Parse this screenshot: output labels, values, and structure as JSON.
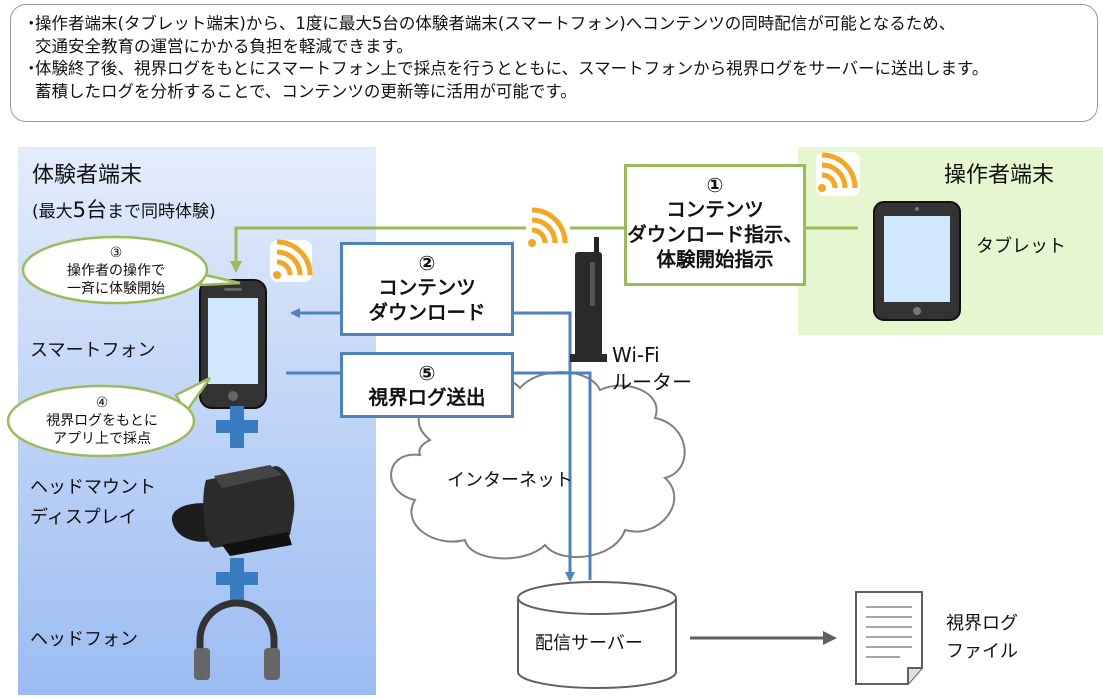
{
  "note": {
    "bullets": [
      "操作者端末(タブレット端末)から、1度に最大5台の体験者端末(スマートフォン)へコンテンツの同時配信が可能となるため、\n交通安全教育の運営にかかる負担を軽減できます。",
      "体験終了後、視界ログをもとにスマートフォン上で採点を行うとともに、スマートフォンから視界ログをサーバーに送出します。\n蓄積したログを分析することで、コンテンツの更新等に活用が可能です。"
    ],
    "bullet_mark": "・"
  },
  "experience_panel": {
    "title": "体験者端末",
    "subtitle_pre": "(最大",
    "subtitle_num": "5台",
    "subtitle_post": "まで同時体験)",
    "smartphone_label": "スマートフォン",
    "hmd_label_1": "ヘッドマウント",
    "hmd_label_2": "ディスプレイ",
    "headphone_label": "ヘッドフォン",
    "bubble_3": {
      "num": "③",
      "line1": "操作者の操作で",
      "line2": "一斉に体験開始"
    },
    "bubble_4": {
      "num": "④",
      "line1": "視界ログをもとに",
      "line2": "アプリ上で採点"
    }
  },
  "operator_panel": {
    "title": "操作者端末",
    "tablet_label": "タブレット"
  },
  "steps": {
    "step1": {
      "num": "①",
      "line1": "コンテンツ",
      "line2": "ダウンロード指示、",
      "line3": "体験開始指示"
    },
    "step2": {
      "num": "②",
      "line1": "コンテンツ",
      "line2": "ダウンロード"
    },
    "step5": {
      "num": "⑤",
      "line1": "視界ログ送出"
    }
  },
  "network": {
    "router_label_1": "Wi-Fi",
    "router_label_2": "ルーター",
    "internet_label": "インターネット",
    "server_label": "配信サーバー",
    "log_file_label_1": "視界ログ",
    "log_file_label_2": "ファイル"
  },
  "colors": {
    "blue_line": "#4f81bd",
    "green_line": "#9bbb59",
    "wifi_orange": "#f5a623",
    "plus_blue": "#3a7cc2"
  },
  "icons": [
    "wifi-icon",
    "tablet-icon",
    "smartphone-icon",
    "router-icon",
    "hmd-icon",
    "headphone-icon",
    "plus-icon",
    "cloud-icon",
    "server-icon",
    "document-icon"
  ]
}
